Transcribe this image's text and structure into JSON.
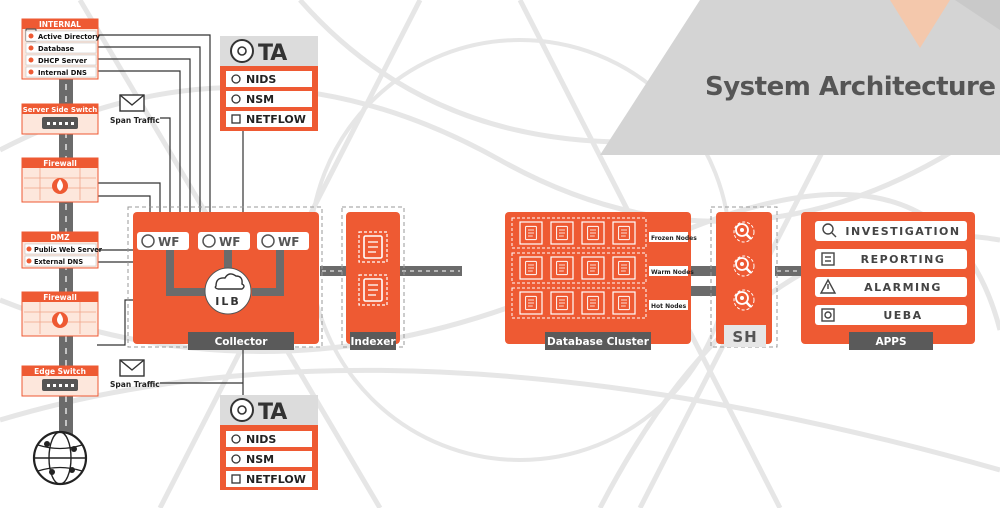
{
  "page": {
    "title": "System Architecture"
  },
  "colors": {
    "accent": "#ee5a33",
    "dark": "#5a5a5a",
    "light": "#fde7dc",
    "road": "#6b6b6b"
  },
  "internal": {
    "header": "INTERNAL",
    "items": [
      "Active Directory",
      "Database",
      "DHCP Server",
      "Internal DNS"
    ]
  },
  "server_switch": {
    "label": "Server Side Switch"
  },
  "firewall_top": {
    "label": "Firewall"
  },
  "dmz": {
    "header": "DMZ",
    "items": [
      "Public Web Server",
      "External DNS"
    ]
  },
  "firewall_bottom": {
    "label": "Firewall"
  },
  "edge_switch": {
    "label": "Edge Switch"
  },
  "span_top": {
    "label": "Span Traffic"
  },
  "span_bottom": {
    "label": "Span Traffic"
  },
  "ta_top": {
    "logo": "TA",
    "items": [
      "NIDS",
      "NSM",
      "NETFLOW"
    ]
  },
  "ta_bottom": {
    "logo": "TA",
    "items": [
      "NIDS",
      "NSM",
      "NETFLOW"
    ]
  },
  "collector": {
    "label": "Collector",
    "wf": [
      "WF",
      "WF",
      "WF"
    ],
    "ilb": "ILB"
  },
  "indexer": {
    "label": "Indexer"
  },
  "database": {
    "label": "Database Cluster",
    "tiers": [
      "Frozen Nodes",
      "Warm Nodes",
      "Hot Nodes"
    ]
  },
  "search_head": {
    "label": "SH"
  },
  "apps": {
    "label": "APPS",
    "items": [
      "INVESTIGATION",
      "REPORTING",
      "ALARMING",
      "UEBA"
    ]
  },
  "icons": [
    "mail-icon",
    "flame-icon",
    "globe-icon",
    "document-icon",
    "magnifier-icon",
    "warning-icon",
    "cloud-icon"
  ]
}
